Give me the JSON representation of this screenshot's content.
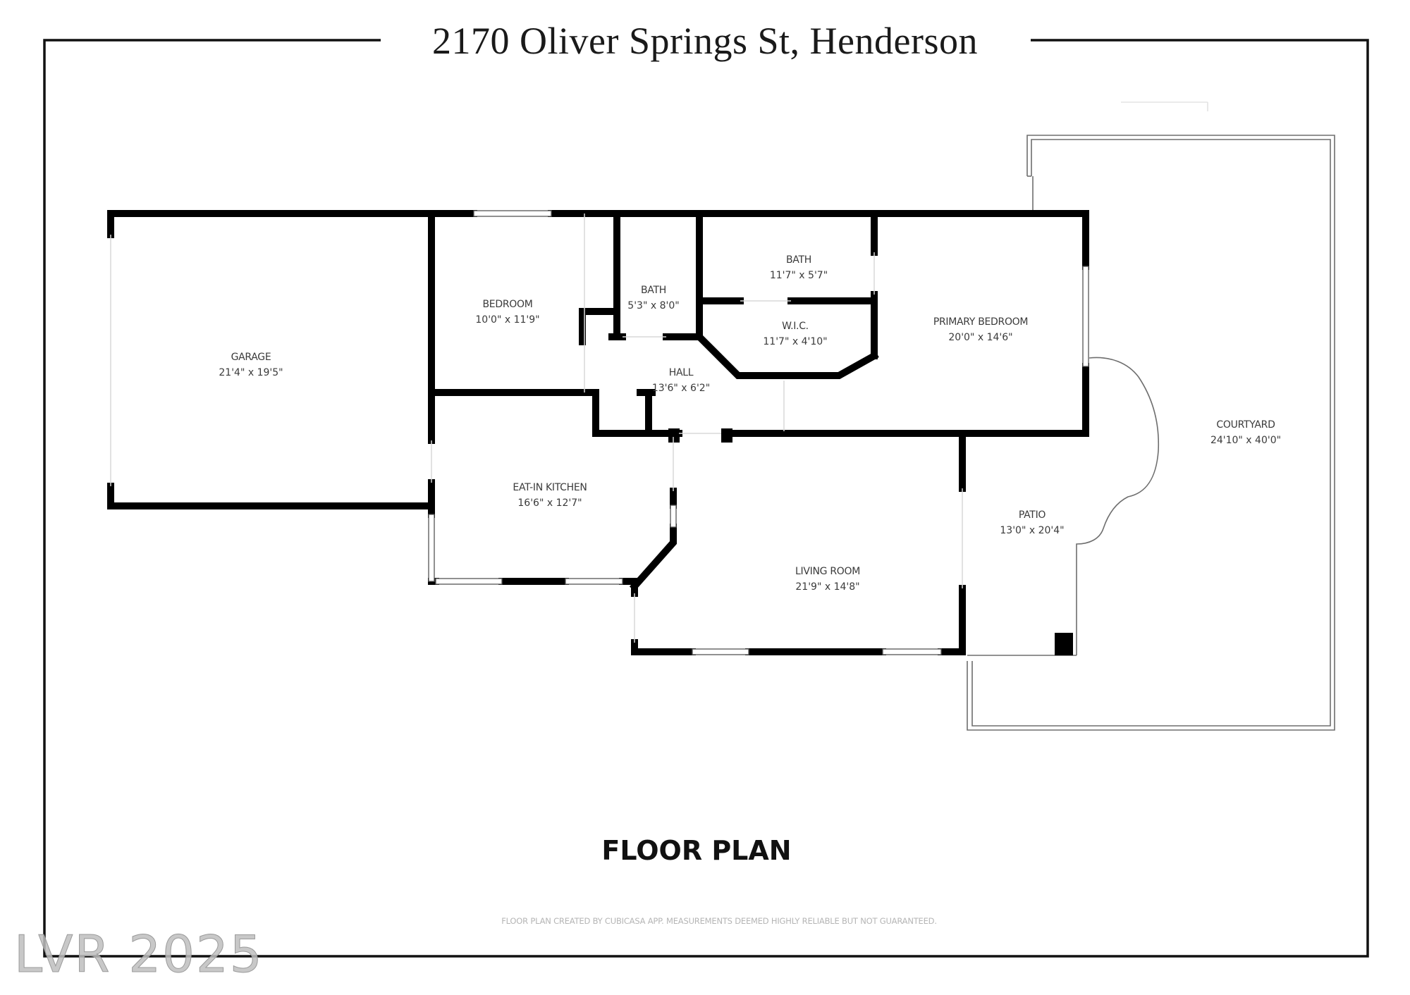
{
  "title": "2170 Oliver Springs St, Henderson",
  "heading": "FLOOR PLAN",
  "disclaimer": "FLOOR PLAN CREATED BY CUBICASA APP. MEASUREMENTS DEEMED HIGHLY RELIABLE BUT NOT GUARANTEED.",
  "watermark": "LVR 2025",
  "colors": {
    "wall": "#000000",
    "outline": "#6e6e6e",
    "label": "#3a3a3a",
    "background": "#ffffff"
  },
  "rooms": [
    {
      "name": "GARAGE",
      "dims": "21'4\" x 19'5\""
    },
    {
      "name": "BEDROOM",
      "dims": "10'0\" x 11'9\""
    },
    {
      "name": "BATH",
      "dims": "5'3\" x 8'0\""
    },
    {
      "name": "BATH",
      "dims": "11'7\" x 5'7\""
    },
    {
      "name": "W.I.C.",
      "dims": "11'7\" x 4'10\""
    },
    {
      "name": "PRIMARY BEDROOM",
      "dims": "20'0\" x 14'6\""
    },
    {
      "name": "HALL",
      "dims": "13'6\" x 6'2\""
    },
    {
      "name": "EAT-IN KITCHEN",
      "dims": "16'6\" x 12'7\""
    },
    {
      "name": "LIVING ROOM",
      "dims": "21'9\" x 14'8\""
    },
    {
      "name": "PATIO",
      "dims": "13'0\" x 20'4\""
    },
    {
      "name": "COURTYARD",
      "dims": "24'10\" x 40'0\""
    }
  ]
}
